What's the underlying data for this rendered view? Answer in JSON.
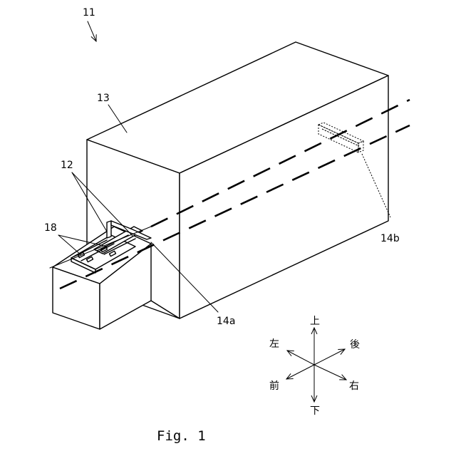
{
  "labels": {
    "apparatus": "11",
    "heads": "12",
    "housing": "13",
    "path_front": "14a",
    "path_rear": "14b",
    "media": "18"
  },
  "directions": {
    "up": "上",
    "down": "下",
    "left": "左",
    "right": "右",
    "front": "前",
    "back": "後"
  },
  "caption": "Fig. 1"
}
